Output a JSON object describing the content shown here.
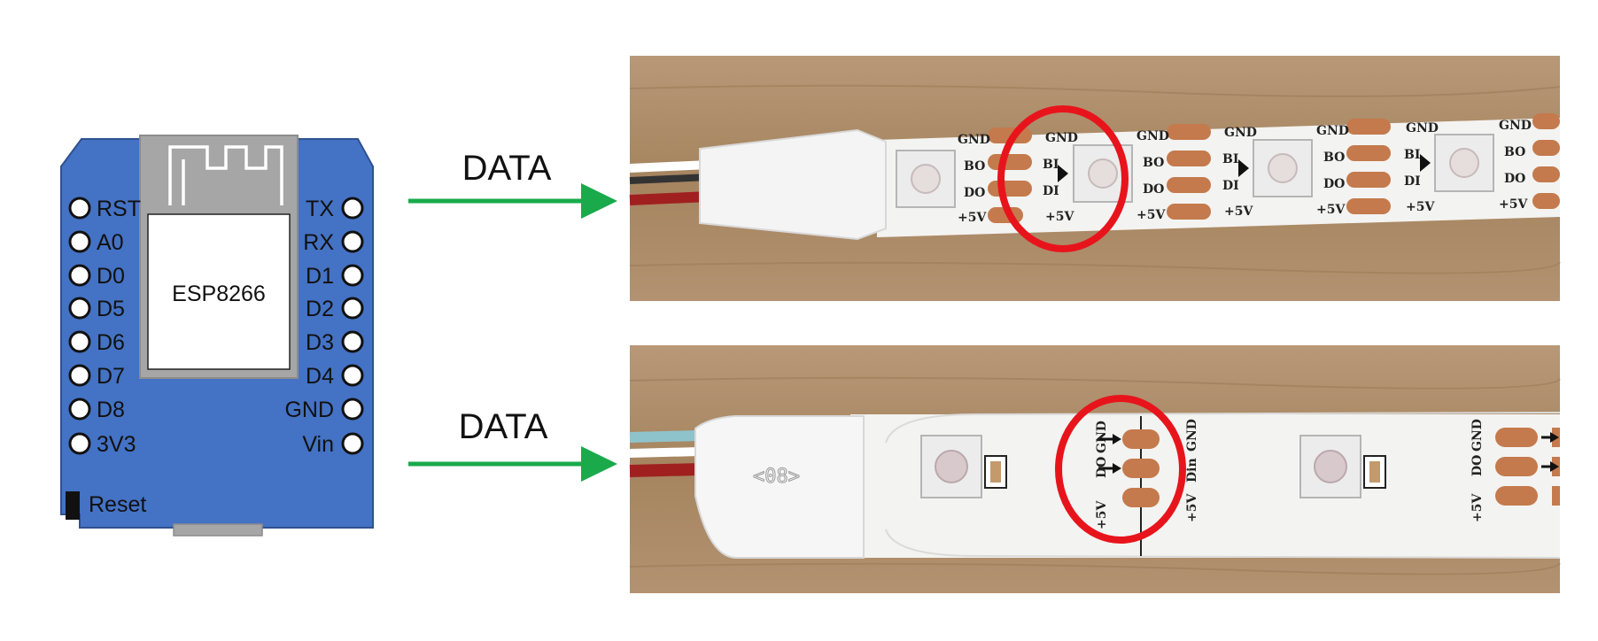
{
  "board": {
    "chip_label": "ESP8266",
    "reset_label": "Reset",
    "left_pins": [
      "RST",
      "A0",
      "D0",
      "D5",
      "D6",
      "D7",
      "D8",
      "3V3"
    ],
    "right_pins": [
      "TX",
      "RX",
      "D1",
      "D2",
      "D3",
      "D4",
      "GND",
      "Vin"
    ]
  },
  "arrows": [
    {
      "label": "DATA"
    },
    {
      "label": "DATA"
    }
  ],
  "strip_top": {
    "pad_labels": [
      "GND",
      "BO",
      "DO",
      "+5V",
      "GND",
      "BI",
      "DI",
      "+5V",
      "GND",
      "BO",
      "DO",
      "+5V",
      "GND",
      "BI",
      "DI",
      "+5V",
      "GND",
      "BO",
      "DO",
      "+5V",
      "GND",
      "BI",
      "DI",
      "+5V",
      "GND",
      "BO",
      "DO",
      "+5V"
    ]
  },
  "strip_bottom": {
    "print_mark": "<08>",
    "pad_labels": [
      "+5V",
      "DO",
      "GND",
      "+5V",
      "Din",
      "GND",
      "+5V",
      "DO",
      "GND"
    ]
  },
  "colors": {
    "board_blue": "#4472c4",
    "arrow_green": "#1aaa4b",
    "highlight_red": "#e8141c",
    "wood": "#a88867",
    "strip_white": "#f3f3f1",
    "pad_copper": "#c47a4c"
  }
}
